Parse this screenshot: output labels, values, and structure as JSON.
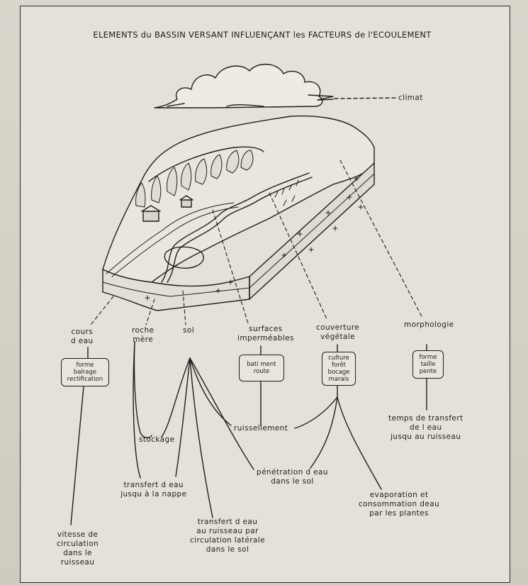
{
  "title": "ELEMENTS du BASSIN VERSANT  INFLUENÇANT les FACTEURS de l'ECOULEMENT",
  "climate_label": "climat",
  "categories": {
    "cours_deau": [
      "cours",
      "d eau"
    ],
    "roche_mere": [
      "roche",
      "mère"
    ],
    "sol": "sol",
    "surfaces": [
      "surfaces",
      "imperméables"
    ],
    "couverture": [
      "couverture",
      "végétale"
    ],
    "morphologie": "morphologie"
  },
  "boxes": {
    "cours_deau": [
      "forme",
      "balrage",
      "rectification"
    ],
    "surfaces": [
      "bati ment",
      "route"
    ],
    "couverture": [
      "culture",
      "forêt",
      "bocage",
      "marais"
    ],
    "morphologie": [
      "forme",
      "taille",
      "pente"
    ]
  },
  "effects": {
    "stockage": "stockage",
    "ruissellement": "ruissellement",
    "transfert_nappe": [
      "transfert  d eau",
      "jusqu à la      nappe"
    ],
    "penetration": [
      "pénétration  d eau",
      "dans    le   sol"
    ],
    "temps_transfert": [
      "temps de transfert",
      "de    l eau",
      "jusqu au    ruisseau"
    ],
    "evaporation": [
      "evaporation  et",
      "consommation deau",
      "par les   plantes"
    ],
    "transfert_ruisseau": [
      "transfert  d eau",
      "au ruisseau  par",
      "circulation  latérale",
      "dans    le    sol"
    ],
    "vitesse": [
      "vitesse  de",
      "circulation",
      "dans     le",
      "ruisseau"
    ]
  }
}
